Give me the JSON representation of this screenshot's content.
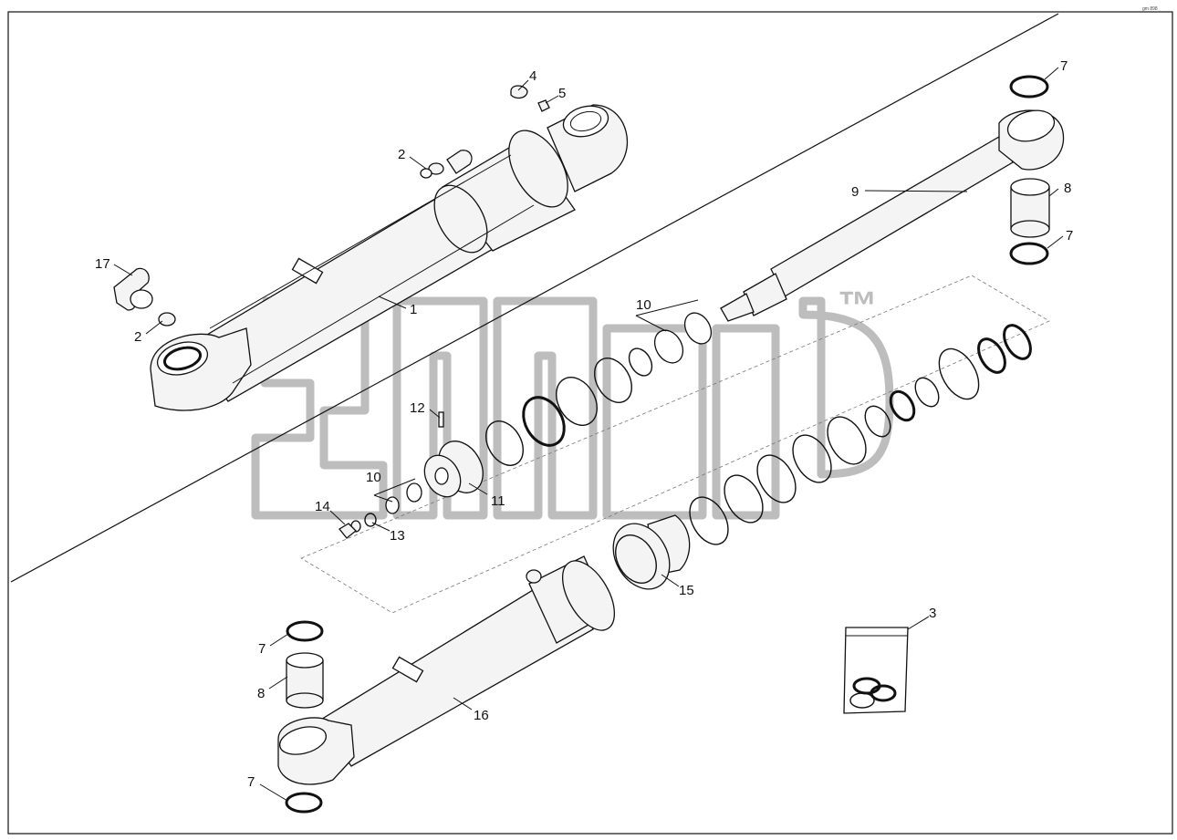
{
  "corner_code": "gm 898",
  "watermark_symbol": "™",
  "callouts": [
    {
      "id": "c1",
      "text": "1"
    },
    {
      "id": "c2a",
      "text": "2"
    },
    {
      "id": "c2b",
      "text": "2"
    },
    {
      "id": "c3",
      "text": "3"
    },
    {
      "id": "c4",
      "text": "4"
    },
    {
      "id": "c5",
      "text": "5"
    },
    {
      "id": "c7a",
      "text": "7"
    },
    {
      "id": "c7b",
      "text": "7"
    },
    {
      "id": "c7c",
      "text": "7"
    },
    {
      "id": "c7d",
      "text": "7"
    },
    {
      "id": "c8a",
      "text": "8"
    },
    {
      "id": "c8b",
      "text": "8"
    },
    {
      "id": "c9",
      "text": "9"
    },
    {
      "id": "c10a",
      "text": "10"
    },
    {
      "id": "c10b",
      "text": "10"
    },
    {
      "id": "c11",
      "text": "11"
    },
    {
      "id": "c12",
      "text": "12"
    },
    {
      "id": "c13",
      "text": "13"
    },
    {
      "id": "c14",
      "text": "14"
    },
    {
      "id": "c15",
      "text": "15"
    },
    {
      "id": "c16",
      "text": "16"
    },
    {
      "id": "c17",
      "text": "17"
    }
  ]
}
